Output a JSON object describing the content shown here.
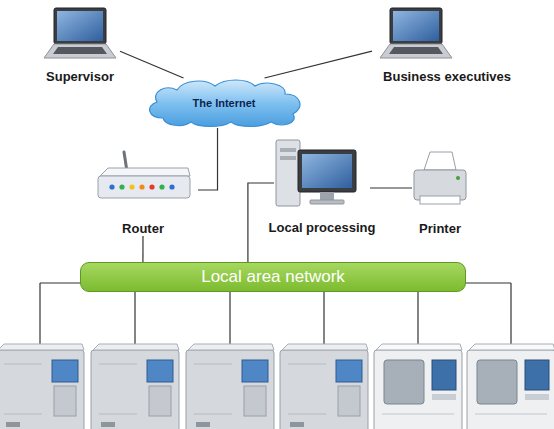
{
  "diagram": {
    "nodes": [
      {
        "text": [
          "Supervisor"
        ]
      },
      {
        "text": [
          "Business executives"
        ]
      },
      {
        "text": [
          "The Internet"
        ]
      },
      {
        "text": [
          "Router"
        ]
      },
      {
        "text": [
          "Local processing"
        ]
      },
      {
        "text": [
          "Printer"
        ]
      },
      {
        "text": [
          "Local area network"
        ]
      }
    ],
    "edges": [
      {
        "from": 0,
        "to": 2,
        "arrow": "none"
      },
      {
        "from": 1,
        "to": 2,
        "arrow": "none"
      },
      {
        "from": 2,
        "to": 3,
        "arrow": "none"
      },
      {
        "from": 3,
        "to": 6,
        "arrow": "none"
      },
      {
        "from": 4,
        "to": 5,
        "arrow": "none"
      },
      {
        "from": 4,
        "to": 6,
        "arrow": "none"
      }
    ]
  }
}
